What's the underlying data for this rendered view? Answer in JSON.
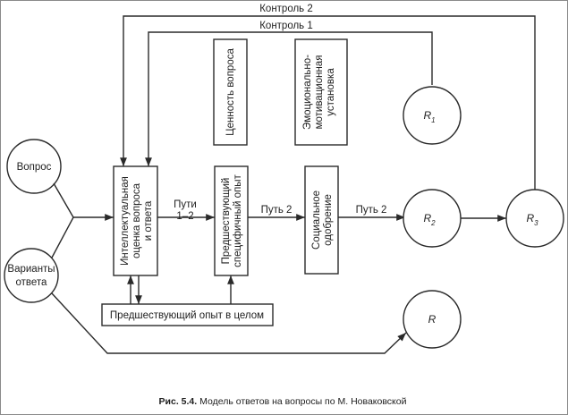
{
  "diagram": {
    "nodes": {
      "vopros": "Вопрос",
      "varianty": [
        "Варианты",
        "ответа"
      ],
      "intellekt": [
        "Интеллектуальная",
        "оценка вопроса",
        "и ответа"
      ],
      "predsh_spec": [
        "Предшествующий",
        "специфичный опыт"
      ],
      "social": [
        "Социальное",
        "одобрение"
      ],
      "cennost": "Ценность вопроса",
      "emocional": [
        "Эмоционально-",
        "мотивационная",
        "установка"
      ],
      "predsh_opyt": "Предшествующий опыт в целом",
      "r1": {
        "letter": "R",
        "index": "1"
      },
      "r2": {
        "letter": "R",
        "index": "2"
      },
      "r3": {
        "letter": "R",
        "index": "3"
      },
      "r": {
        "letter": "R",
        "index": ""
      }
    },
    "edges": {
      "control2": "Контроль 2",
      "control1": "Контроль 1",
      "puti_1_2": [
        "Пути",
        "1–2"
      ],
      "put2_a": "Путь 2",
      "put2_b": "Путь 2"
    }
  },
  "caption": {
    "label": "Рис. 5.4.",
    "text": " Модель ответов на вопросы по М. Новаковской"
  }
}
